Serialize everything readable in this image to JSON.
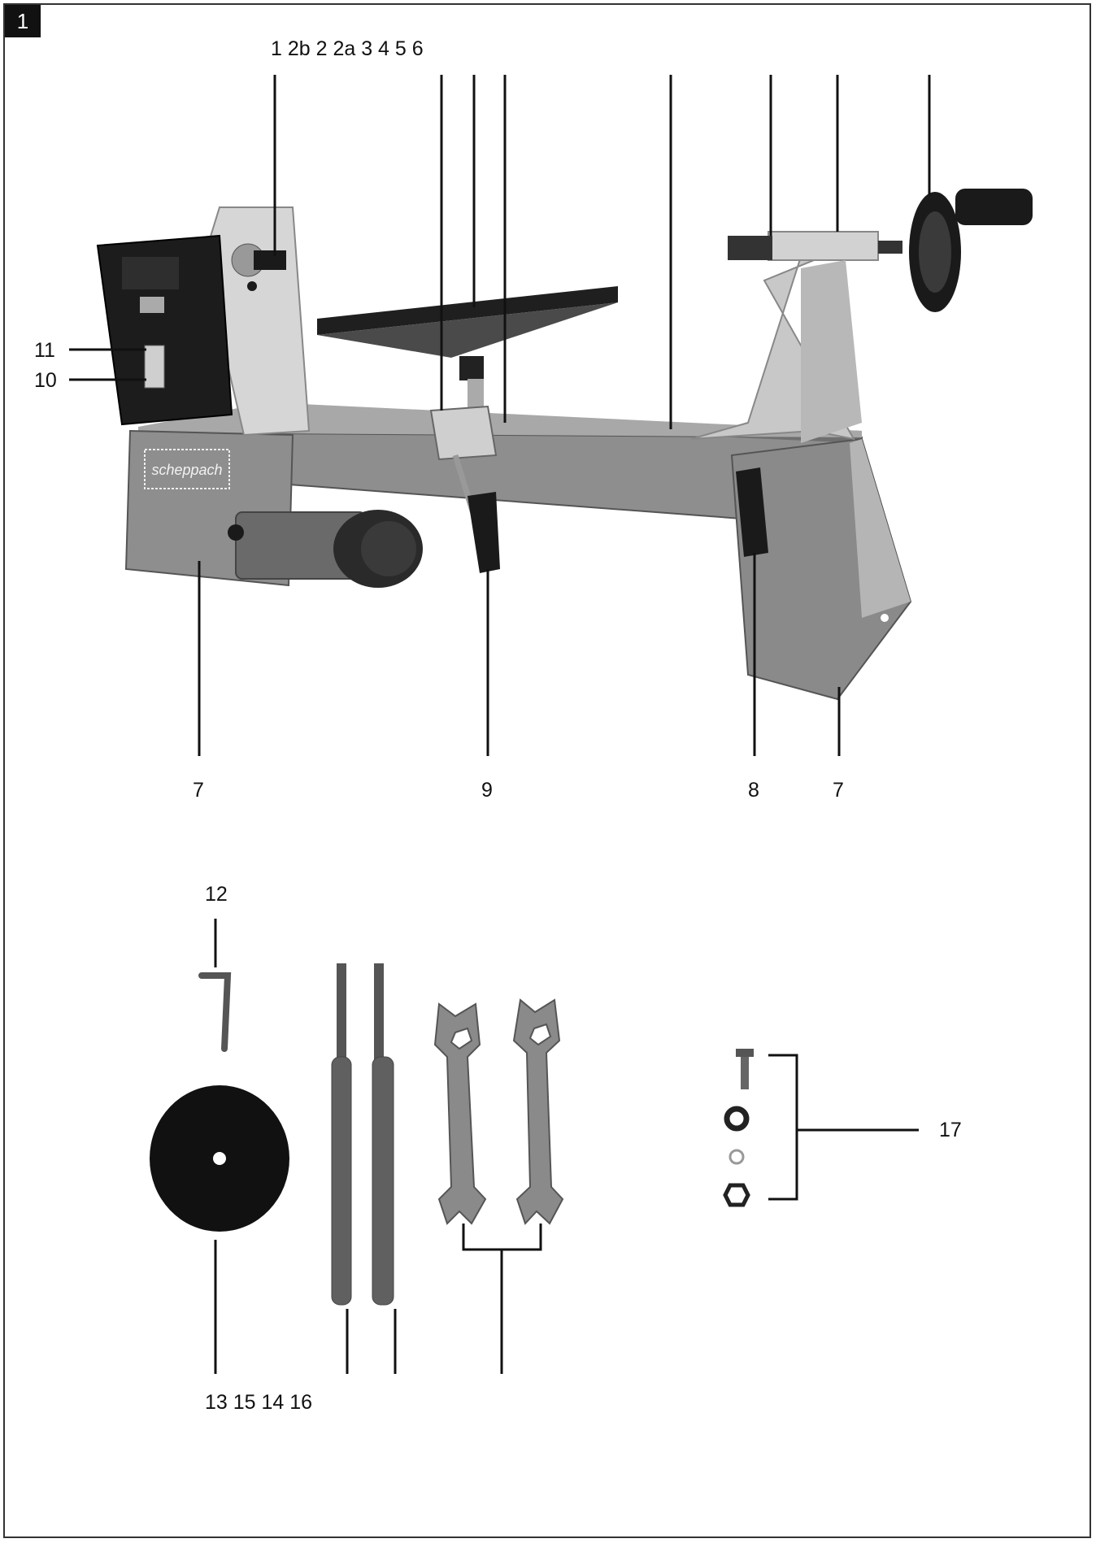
{
  "figure": {
    "number": "1",
    "colors": {
      "body": "#8e8e8e",
      "body_dark": "#6f6f6f",
      "light": "#d0d0d0",
      "black": "#1a1a1a",
      "line": "#111111"
    }
  },
  "callouts": {
    "top_group": "1 2b 2 2a 3 4 5 6",
    "label_11": "11",
    "label_10": "10",
    "label_7_left": "7",
    "label_9": "9",
    "label_8": "8",
    "label_7_right": "7",
    "label_12": "12",
    "label_bottom_group": "13 15 14 16",
    "label_17": "17"
  },
  "brand": {
    "logo_text": "scheppach"
  },
  "icons": {
    "lathe": "wood-lathe-illustration",
    "hex_key": "allen-key-icon",
    "faceplate": "faceplate-disc-icon",
    "chisel": "turning-chisel-icon",
    "wrench": "open-end-wrench-icon",
    "hardware": "bolt-washer-nut-icon"
  }
}
